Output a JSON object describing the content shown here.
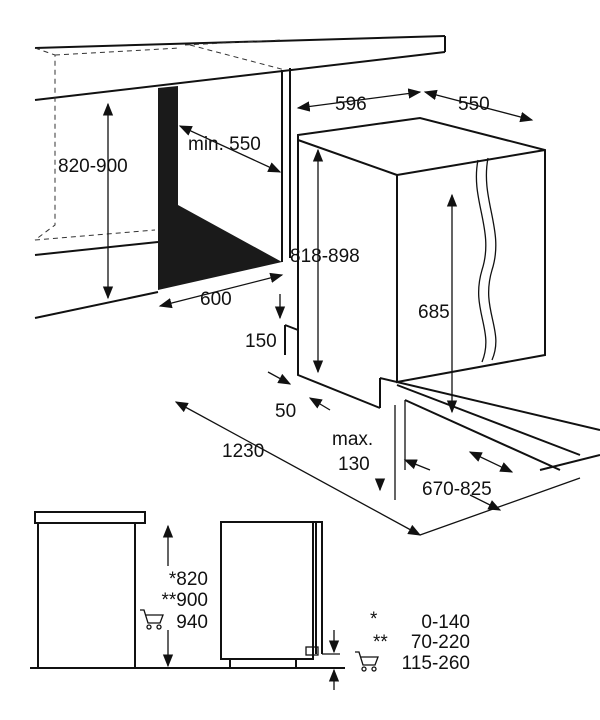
{
  "dimensions": {
    "cabinet_height": "820-900",
    "niche_depth_min": "min. 550",
    "niche_width": "600",
    "appliance_height": "818-898",
    "appliance_width": "596",
    "appliance_depth": "550",
    "door_height": "685",
    "plinth_height": "150",
    "plinth_depth": "50",
    "door_travel": "1230",
    "max_label": "max.",
    "max_value": "130",
    "door_range": "670-825"
  },
  "bottom_left": {
    "h1": "*820",
    "h2": "**900",
    "h3": "940",
    "cart_icon": "shopping-cart-icon"
  },
  "bottom_right": {
    "r1_mark": "*",
    "r1_value": "0-140",
    "r2_mark": "**",
    "r2_value": "70-220",
    "r3_value": "115-260",
    "cart_icon": "shopping-cart-icon"
  },
  "colors": {
    "ink": "#111111",
    "fill": "#1a1a1a"
  }
}
